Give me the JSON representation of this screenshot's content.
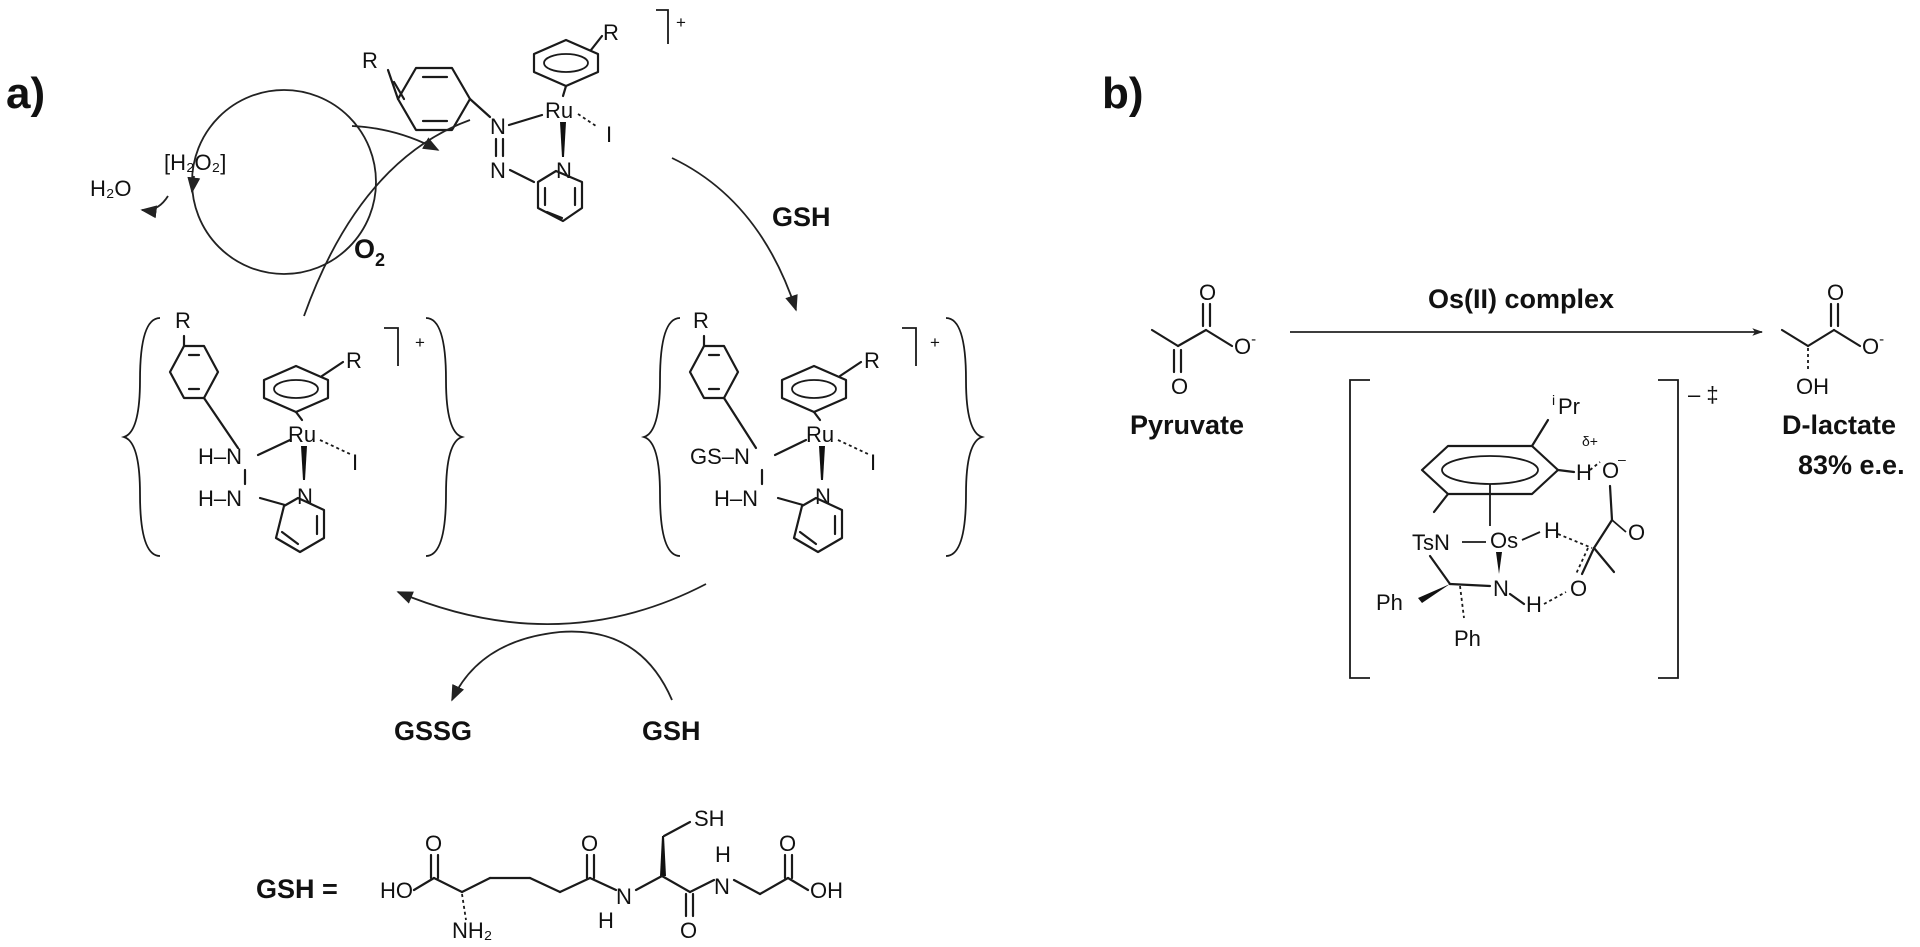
{
  "panel_a": {
    "label": "a)",
    "top_complex": {
      "substituent": "R",
      "arene_substituent": "R",
      "metal": "Ru",
      "ligand_halide": "I",
      "charge": "+",
      "n_amine": "N",
      "n_azo": "N",
      "n_pyridine": "N"
    },
    "left_complex": {
      "substituent": "R",
      "arene_substituent": "R",
      "metal": "Ru",
      "ligand_halide": "I",
      "charge": "+",
      "nh_top": "H–N",
      "nh_bottom": "H–N",
      "n_pyridine": "N"
    },
    "right_complex": {
      "substituent": "R",
      "arene_substituent": "R",
      "metal": "Ru",
      "ligand_halide": "I",
      "charge": "+",
      "gs_n": "GS–N",
      "nh_bottom": "H–N",
      "n_pyridine": "N"
    },
    "peroxide": "[H₂O₂]",
    "water": "H₂O",
    "oxygen": "O",
    "oxygen_subscript": "2",
    "gsh_top": "GSH",
    "gssg": "GSSG",
    "gsh_bottom": "GSH",
    "gsh_equals": "GSH =",
    "gsh_structure": {
      "ho_left": "HO",
      "o_left": "O",
      "nh2": "NH₂",
      "o_amide1": "O",
      "nh_amide1": "H",
      "n_amide1": "N",
      "sh": "SH",
      "o_amide2": "O",
      "n_amide2": "N",
      "h_amide2": "H",
      "o_acid": "O",
      "oh_right": "OH"
    }
  },
  "panel_b": {
    "label": "b)",
    "reagent": "Os(II) complex",
    "substrate_name": "Pyruvate",
    "product_name": "D-lactate",
    "product_ee": "83% e.e.",
    "pyruvate_o_top": "O",
    "pyruvate_o_minus": "O",
    "pyruvate_o_charge": "-",
    "pyruvate_o_bottom": "O",
    "lactate_o_top": "O",
    "lactate_o_minus": "O",
    "lactate_o_charge": "-",
    "lactate_oh": "OH",
    "ts_charge": "– ‡",
    "ts": {
      "ipr_i": "i",
      "ipr": "Pr",
      "delta": "δ+",
      "h_arene": "H",
      "o_minus": "O",
      "o_minus_charge": "–",
      "tsn": "TsN",
      "os": "Os",
      "h_hydride": "H",
      "o_carbonyl_acid": "O",
      "n_amine": "N",
      "h_amine": "H",
      "o_ketone": "O",
      "ph_left": "Ph",
      "ph_bottom": "Ph"
    }
  }
}
